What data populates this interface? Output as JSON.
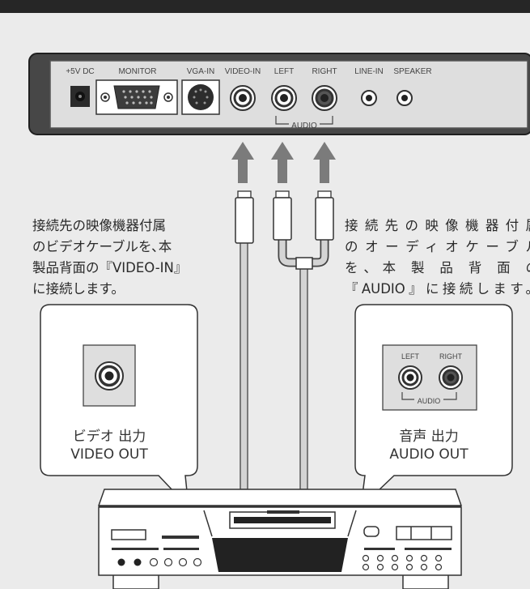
{
  "device_panel": {
    "port_labels": [
      "+5V DC",
      "MONITOR",
      "VGA-IN",
      "VIDEO-IN",
      "LEFT",
      "RIGHT",
      "LINE-IN",
      "SPEAKER"
    ],
    "audio_bracket_label": "AUDIO"
  },
  "video_instruction": [
    "接続先の映像機器付属",
    "のビデオケーブルを､本",
    "製品背面の『VIDEO-IN』",
    "に接続します。"
  ],
  "audio_instruction": [
    "接続先の映像機器付属",
    "のオーディオケーブル",
    "を、本 製 品 背 面 の",
    "『AUDIO』に接続します。"
  ],
  "video_out": {
    "label_jp": "ビデオ 出力",
    "label_en": "VIDEO OUT"
  },
  "audio_out": {
    "left": "LEFT",
    "right": "RIGHT",
    "bracket": "AUDIO",
    "label_jp": "音声 出力",
    "label_en": "AUDIO OUT"
  },
  "colors": {
    "topbar": "#262626",
    "background": "#ebebeb",
    "panel": "#474747",
    "panel_face": "#dedede",
    "arrow": "#7b7b7b"
  }
}
